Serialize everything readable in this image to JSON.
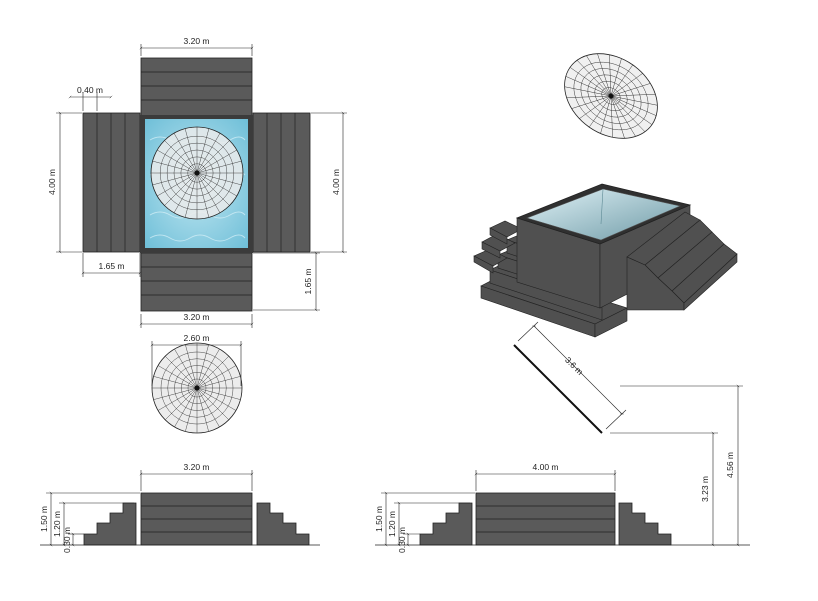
{
  "plan_view": {
    "dim_top_width": "3.20 m",
    "dim_plank_width": "0.40 m",
    "dim_left_height": "4.00 m",
    "dim_right_height": "4.00 m",
    "dim_step_depth_horizontal": "1.65 m",
    "dim_step_depth_vertical": "1.65 m",
    "dim_bottom_width": "3.20 m"
  },
  "umbrella_plan": {
    "dim_diameter": "2.60 m"
  },
  "perspective": {
    "dim_pole_length": "3.6 m",
    "dim_pole_base_height": "3.23 m",
    "dim_total_height": "4.56 m"
  },
  "elevation_short": {
    "dim_width": "3.20 m",
    "dim_height_total": "1.50 m",
    "dim_height_mid": "1.20 m",
    "dim_height_step": "0.30 m"
  },
  "elevation_long": {
    "dim_width": "4.00 m",
    "dim_height_total": "1.50 m",
    "dim_height_mid": "1.20 m",
    "dim_height_step": "0.30 m"
  },
  "colors": {
    "deck": "#5a5a5a",
    "water": "#8ecfe3",
    "line": "#222222"
  }
}
